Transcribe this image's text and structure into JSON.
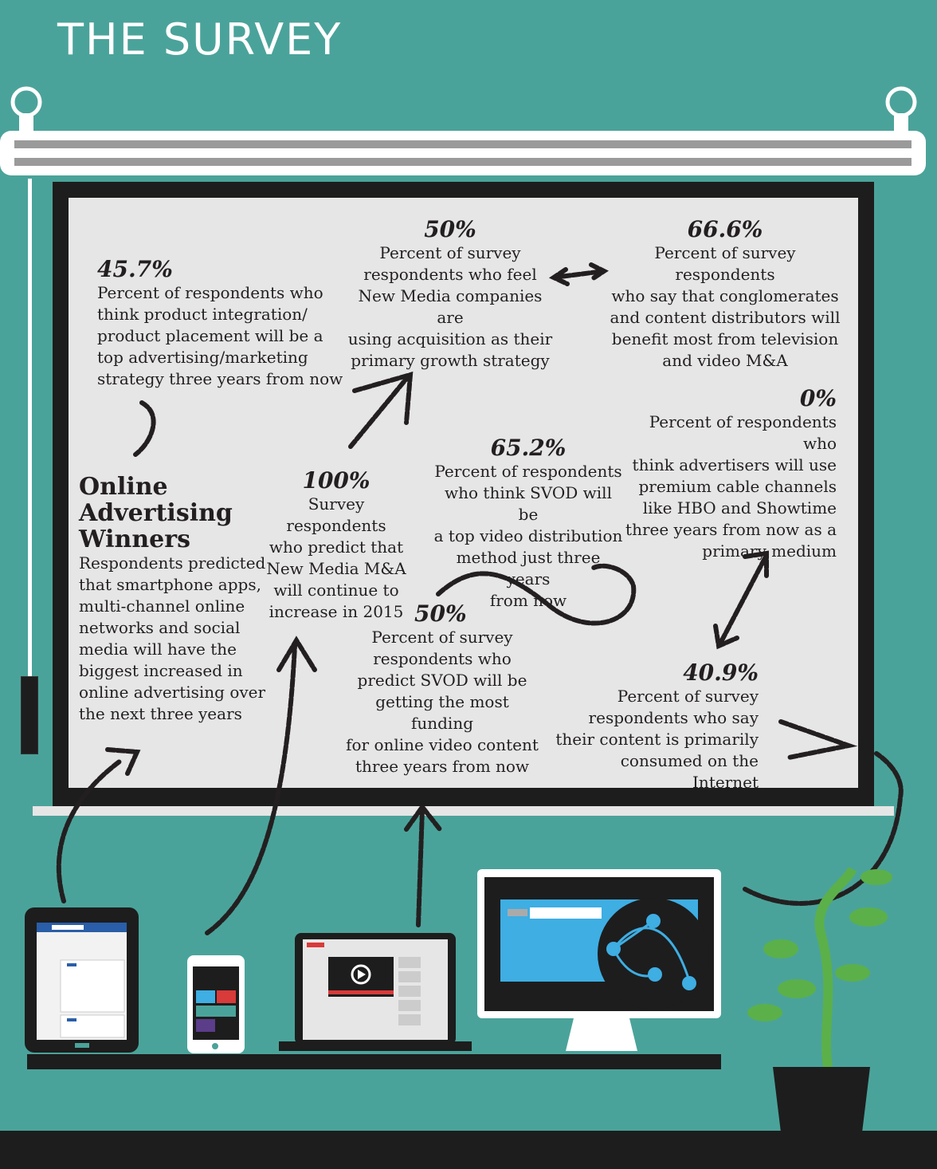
{
  "title": "THE SURVEY",
  "stats": {
    "s1": {
      "pct": "45.7%",
      "lines": [
        "Percent of respondents who",
        "think product integration/",
        "product placement will be a",
        "top advertising/marketing",
        "strategy three years from now"
      ]
    },
    "s2": {
      "pct": "50%",
      "lines": [
        "Percent of survey",
        "respondents who feel",
        "New Media companies are",
        "using acquisition as their",
        "primary growth strategy"
      ]
    },
    "s3": {
      "pct": "66.6%",
      "lines": [
        "Percent of survey respondents",
        "who say that conglomerates",
        "and content distributors will",
        "benefit most from television",
        "and video M&A"
      ]
    },
    "s4": {
      "pct": "0%",
      "lines": [
        "Percent of respondents who",
        "think advertisers will use",
        "premium cable channels",
        "like HBO and Showtime",
        "three years from now as a",
        "primary medium"
      ]
    },
    "s5": {
      "pct": "65.2%",
      "lines": [
        "Percent of respondents",
        "who think SVOD will be",
        "a top video distribution",
        "method just three years",
        "from now"
      ]
    },
    "s6": {
      "pct": "100%",
      "lines": [
        "Survey respondents",
        "who predict that",
        "New Media M&A",
        "will continue to",
        "increase in 2015"
      ]
    },
    "s7": {
      "pct": "50%",
      "lines": [
        "Percent of survey",
        "respondents who",
        "predict SVOD will be",
        "getting the most funding",
        "for online video content",
        "three years from now"
      ]
    },
    "s8": {
      "pct": "40.9%",
      "lines": [
        "Percent of survey",
        "respondents who say",
        "their content is primarily",
        "consumed on the Internet"
      ]
    }
  },
  "winners": {
    "heading": [
      "Online",
      "Advertising",
      "Winners"
    ],
    "lines": [
      "Respondents predicted",
      "that smartphone apps,",
      "multi-channel online",
      "networks and social",
      "media will have the",
      "biggest increased in",
      "online advertising over",
      "the next three years"
    ]
  },
  "colors": {
    "background": "#4aa39a",
    "dark": "#1d1d1d",
    "screen": "#e6e6e6",
    "accent_blue": "#3eaee3",
    "accent_red": "#d93a3a",
    "plant": "#5bb04a"
  }
}
